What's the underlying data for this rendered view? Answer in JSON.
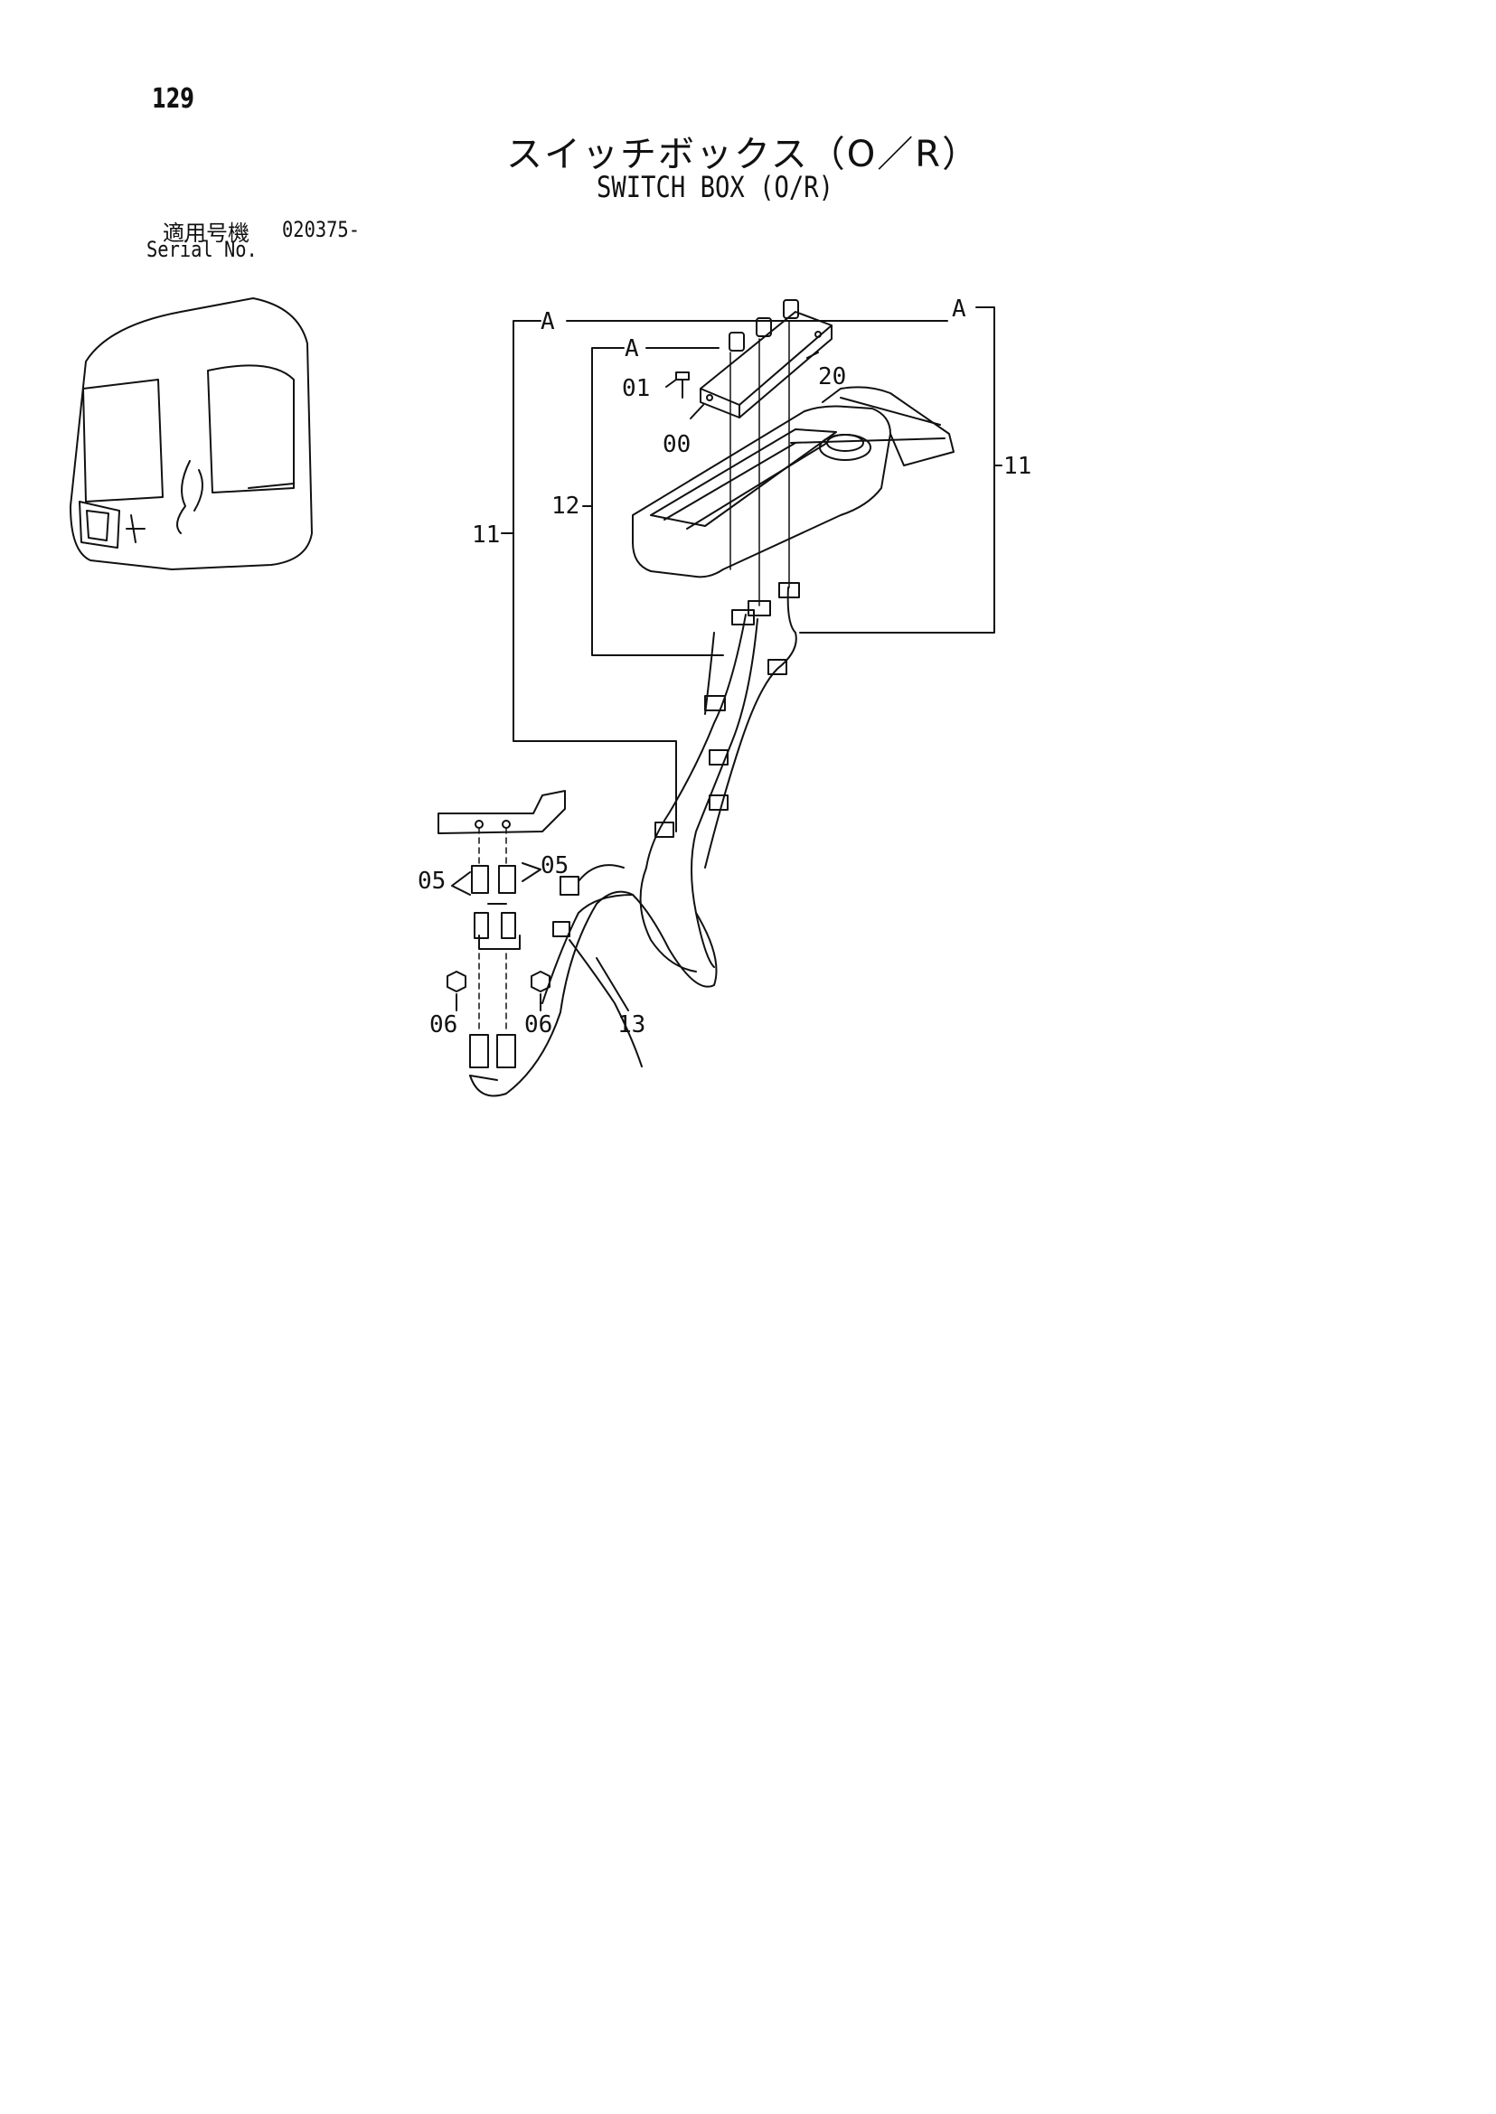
{
  "page": {
    "number": "129"
  },
  "title": {
    "japanese": "スイッチボックス（O／R）",
    "english": "SWITCH BOX (O/R)"
  },
  "serial": {
    "label_jp": "適用号機",
    "value": "020375-",
    "label_en": "Serial No."
  },
  "callouts": {
    "a_outer_left": "A",
    "a_outer_right": "A",
    "a_inner": "A",
    "p01": "01",
    "p00": "00",
    "p20": "20",
    "p12": "12",
    "p11_left": "11",
    "p11_right": "11",
    "p05_left": "05",
    "p05_right": "05",
    "p06_left": "06",
    "p06_right": "06",
    "p13": "13"
  }
}
